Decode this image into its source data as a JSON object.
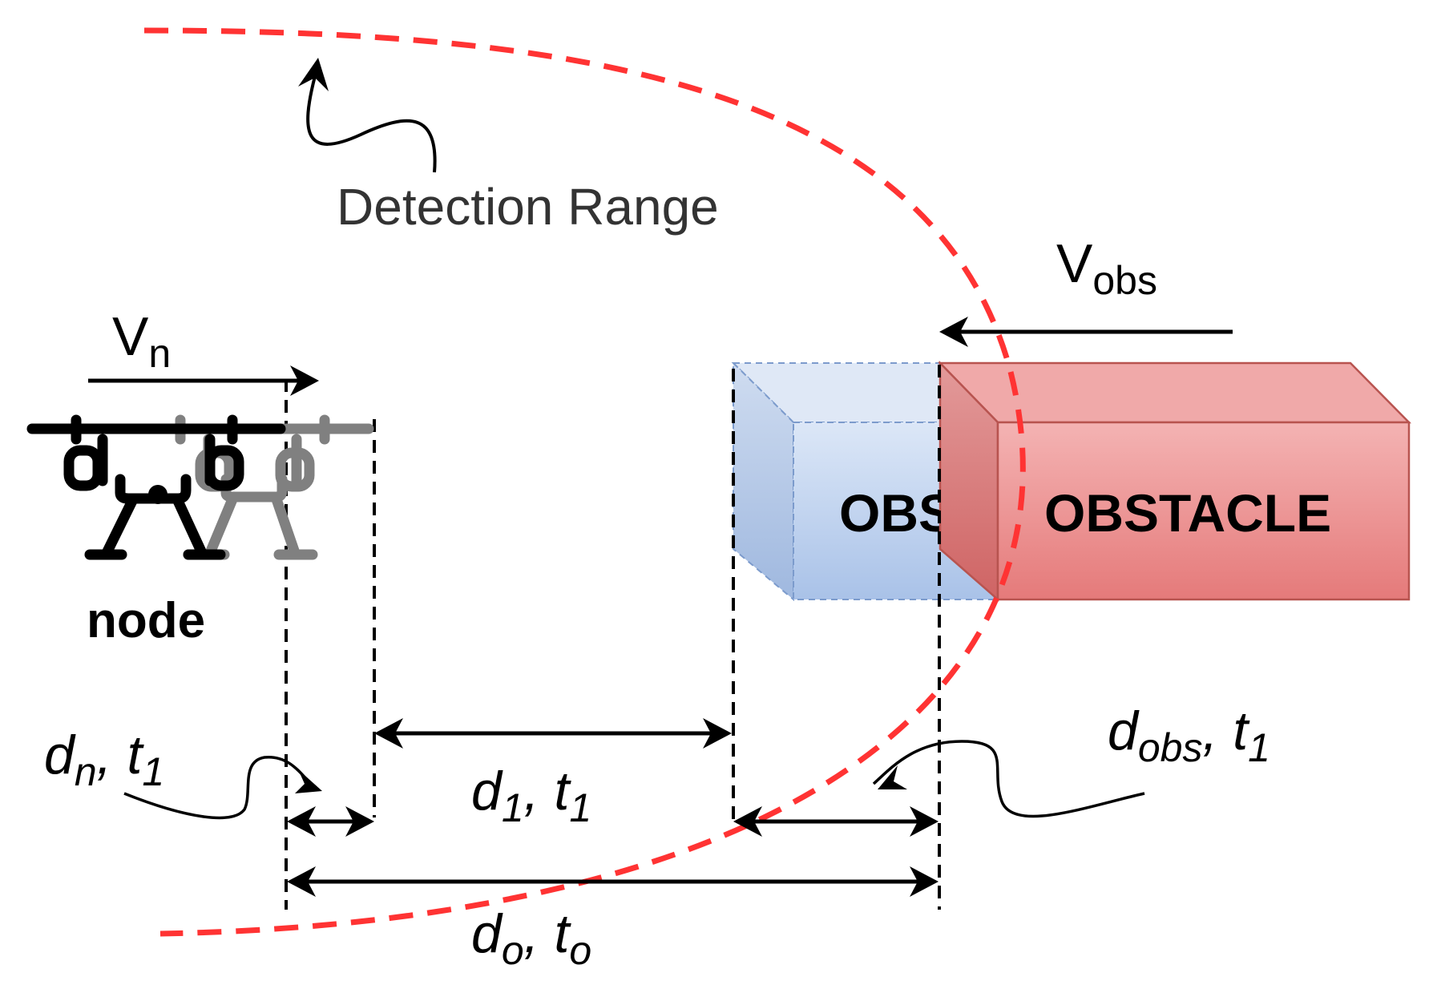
{
  "labels": {
    "detection_range": "Detection Range",
    "node": "node",
    "obstacle": "OBSTACLE",
    "obstacle_ghost": "OBS",
    "v_n": {
      "main": "V",
      "sub": "n"
    },
    "v_obs": {
      "main": "V",
      "sub": "obs"
    },
    "d_n_t1": {
      "d": "d",
      "d_sub": "n",
      "sep": ", ",
      "t": "t",
      "t_sub": "1"
    },
    "d_1_t1": {
      "d": "d",
      "d_sub": "1",
      "sep": ", ",
      "t": "t",
      "t_sub": "1"
    },
    "d_obs_t1": {
      "d": "d",
      "d_sub": "obs",
      "sep": ", ",
      "t": "t",
      "t_sub": "1"
    },
    "d_o_t_o": {
      "d": "d",
      "d_sub": "o",
      "sep": ", ",
      "t": "t",
      "t_sub": "o"
    }
  },
  "colors": {
    "detection_range": "#ff3333",
    "obstacle_fill": "#ef8f8f",
    "obstacle_stroke": "#b85450",
    "ghost_fill": "#c9d9f2",
    "ghost_stroke": "#6c8ebf",
    "drone_current": "#000000",
    "drone_future": "#808080"
  },
  "icons": [
    "drone-icon"
  ]
}
